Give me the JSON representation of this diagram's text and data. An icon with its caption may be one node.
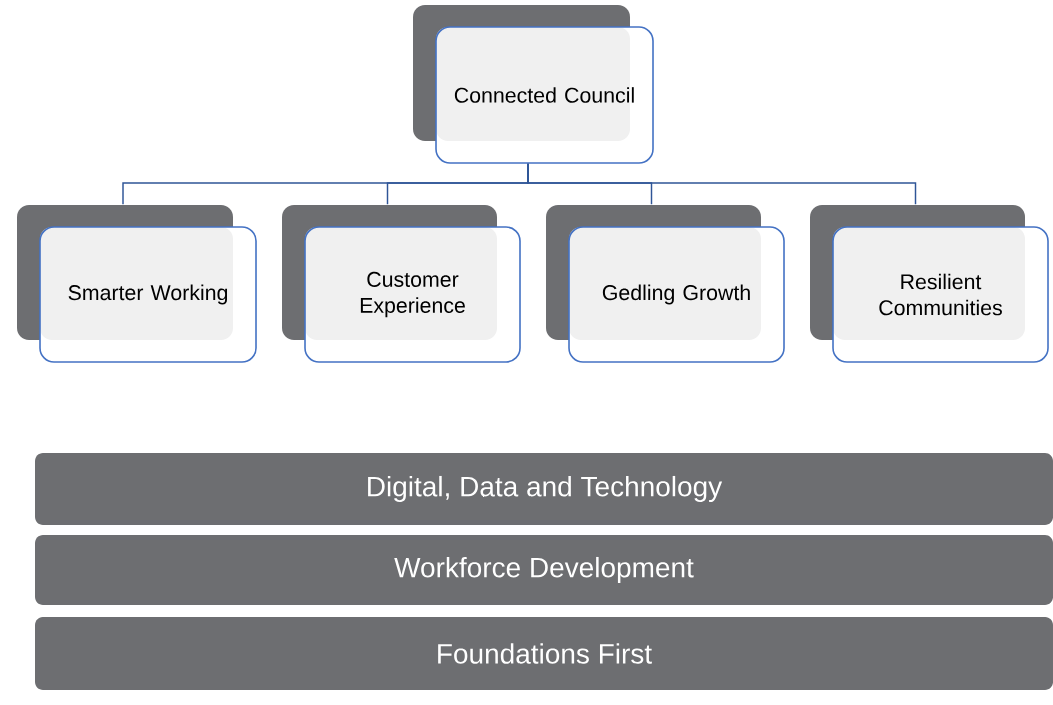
{
  "diagram": {
    "nodes": [
      {
        "text": [
          "Connected Council"
        ]
      },
      {
        "text": [
          "Smarter Working"
        ]
      },
      {
        "text": [
          "Customer Experience"
        ]
      },
      {
        "text": [
          "Gedling Growth"
        ]
      },
      {
        "text": [
          "Resilient Communities"
        ]
      },
      {
        "text": [
          "Digital, Data and Technology"
        ]
      },
      {
        "text": [
          "Workforce Development"
        ]
      },
      {
        "text": [
          "Foundations First"
        ]
      }
    ],
    "edges": [
      {
        "from": 0,
        "to": 1,
        "arrow": "none"
      },
      {
        "from": 0,
        "to": 2,
        "arrow": "none"
      },
      {
        "from": 0,
        "to": 3,
        "arrow": "none"
      },
      {
        "from": 0,
        "to": 4,
        "arrow": "none"
      }
    ]
  }
}
